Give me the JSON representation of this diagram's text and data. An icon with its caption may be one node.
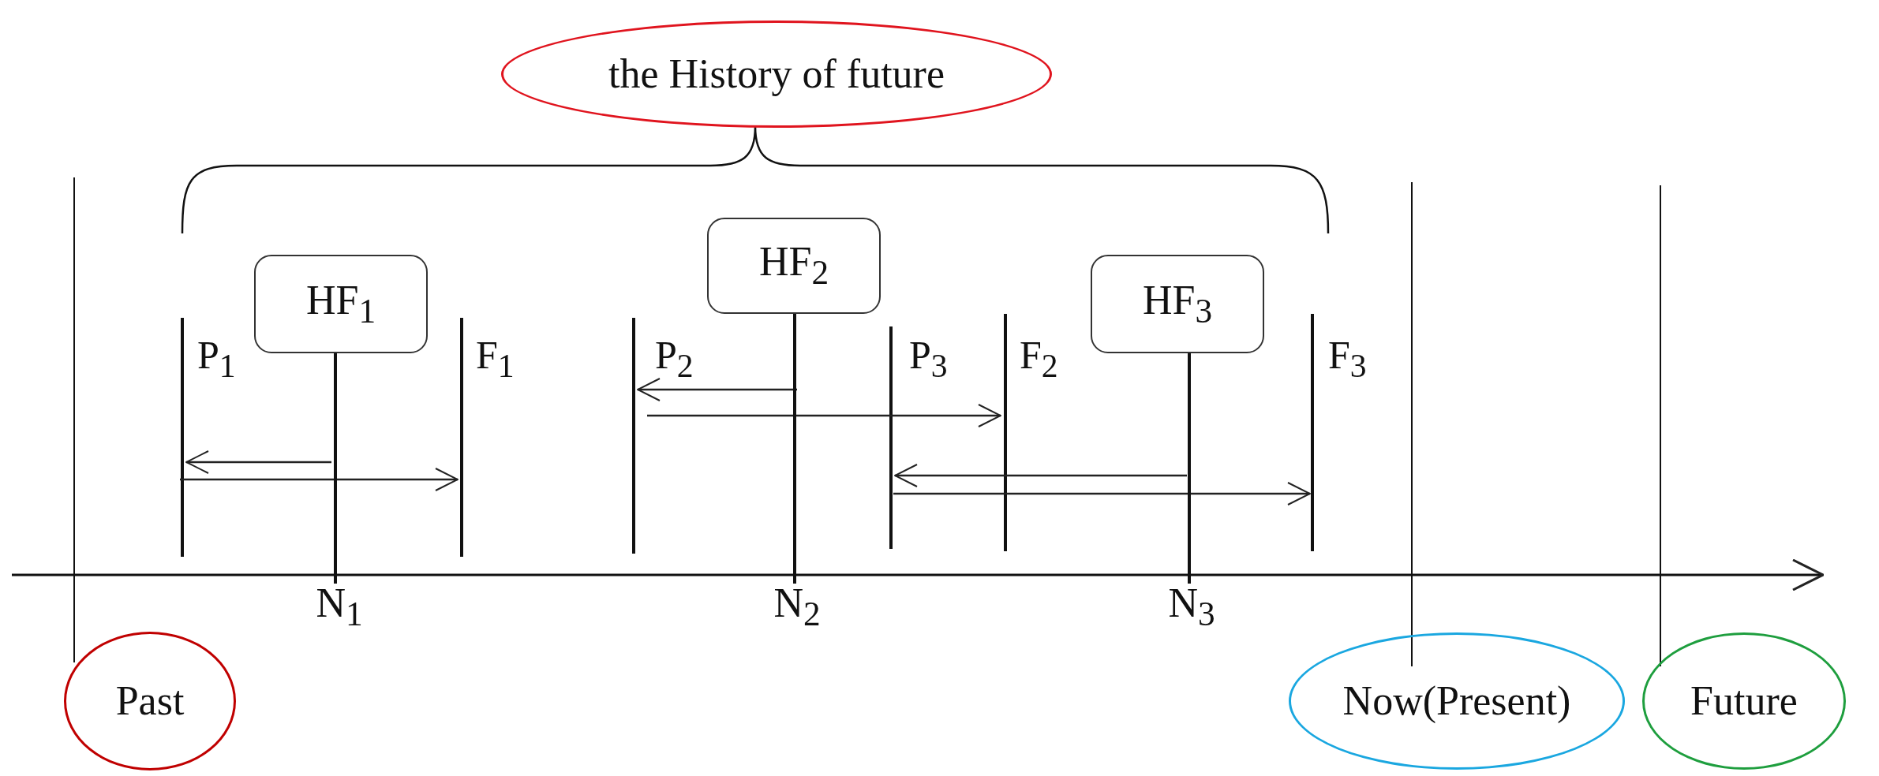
{
  "diagram": {
    "nodes": [
      {
        "text": [
          "the History of future"
        ]
      },
      {
        "text": [
          "HF$_{1}$"
        ]
      },
      {
        "text": [
          "HF$_{2}$"
        ]
      },
      {
        "text": [
          "HF$_{3}$"
        ]
      },
      {
        "text": [
          "Past"
        ]
      },
      {
        "text": [
          "Now(Present)"
        ]
      },
      {
        "text": [
          "Future"
        ]
      },
      {
        "text": [
          "N$_{1}$"
        ]
      },
      {
        "text": [
          "N$_{2}$"
        ]
      },
      {
        "text": [
          "N$_{3}$"
        ]
      }
    ],
    "edges": [
      {
        "from": 1,
        "to": 7,
        "arrow": "none"
      },
      {
        "from": 2,
        "to": 8,
        "arrow": "none"
      },
      {
        "from": 3,
        "to": 9,
        "arrow": "none"
      }
    ],
    "labels": [
      "P$_{1}$",
      "F$_{1}$",
      "P$_{2}$",
      "P$_{3}$",
      "F$_{2}$",
      "F$_{3}$"
    ]
  }
}
